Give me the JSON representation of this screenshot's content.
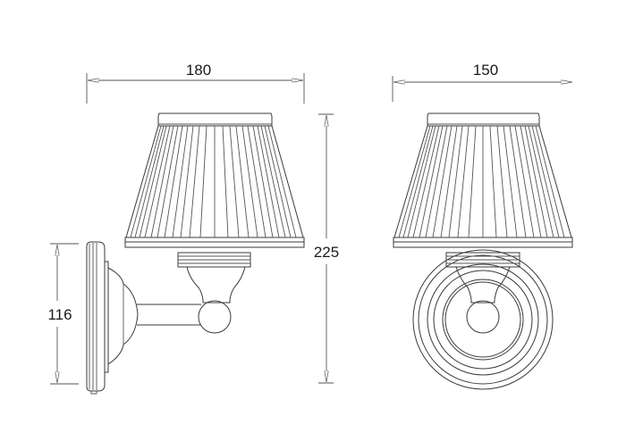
{
  "drawing": {
    "type": "technical-dimension-drawing",
    "subject": "wall light with pleated shade",
    "views": [
      {
        "name": "side-view",
        "description": "side elevation showing backplate, arm, ball joint and pleated shade"
      },
      {
        "name": "front-view",
        "description": "front elevation showing concentric round backplate and pleated shade"
      }
    ],
    "dimensions": {
      "side_width": {
        "label": "180",
        "orientation": "horizontal"
      },
      "front_width": {
        "label": "150",
        "orientation": "horizontal"
      },
      "overall_height": {
        "label": "225",
        "orientation": "vertical"
      },
      "backplate_height": {
        "label": "116",
        "orientation": "vertical"
      }
    },
    "colors": {
      "line": "#3a3a3a",
      "background": "#ffffff"
    }
  }
}
